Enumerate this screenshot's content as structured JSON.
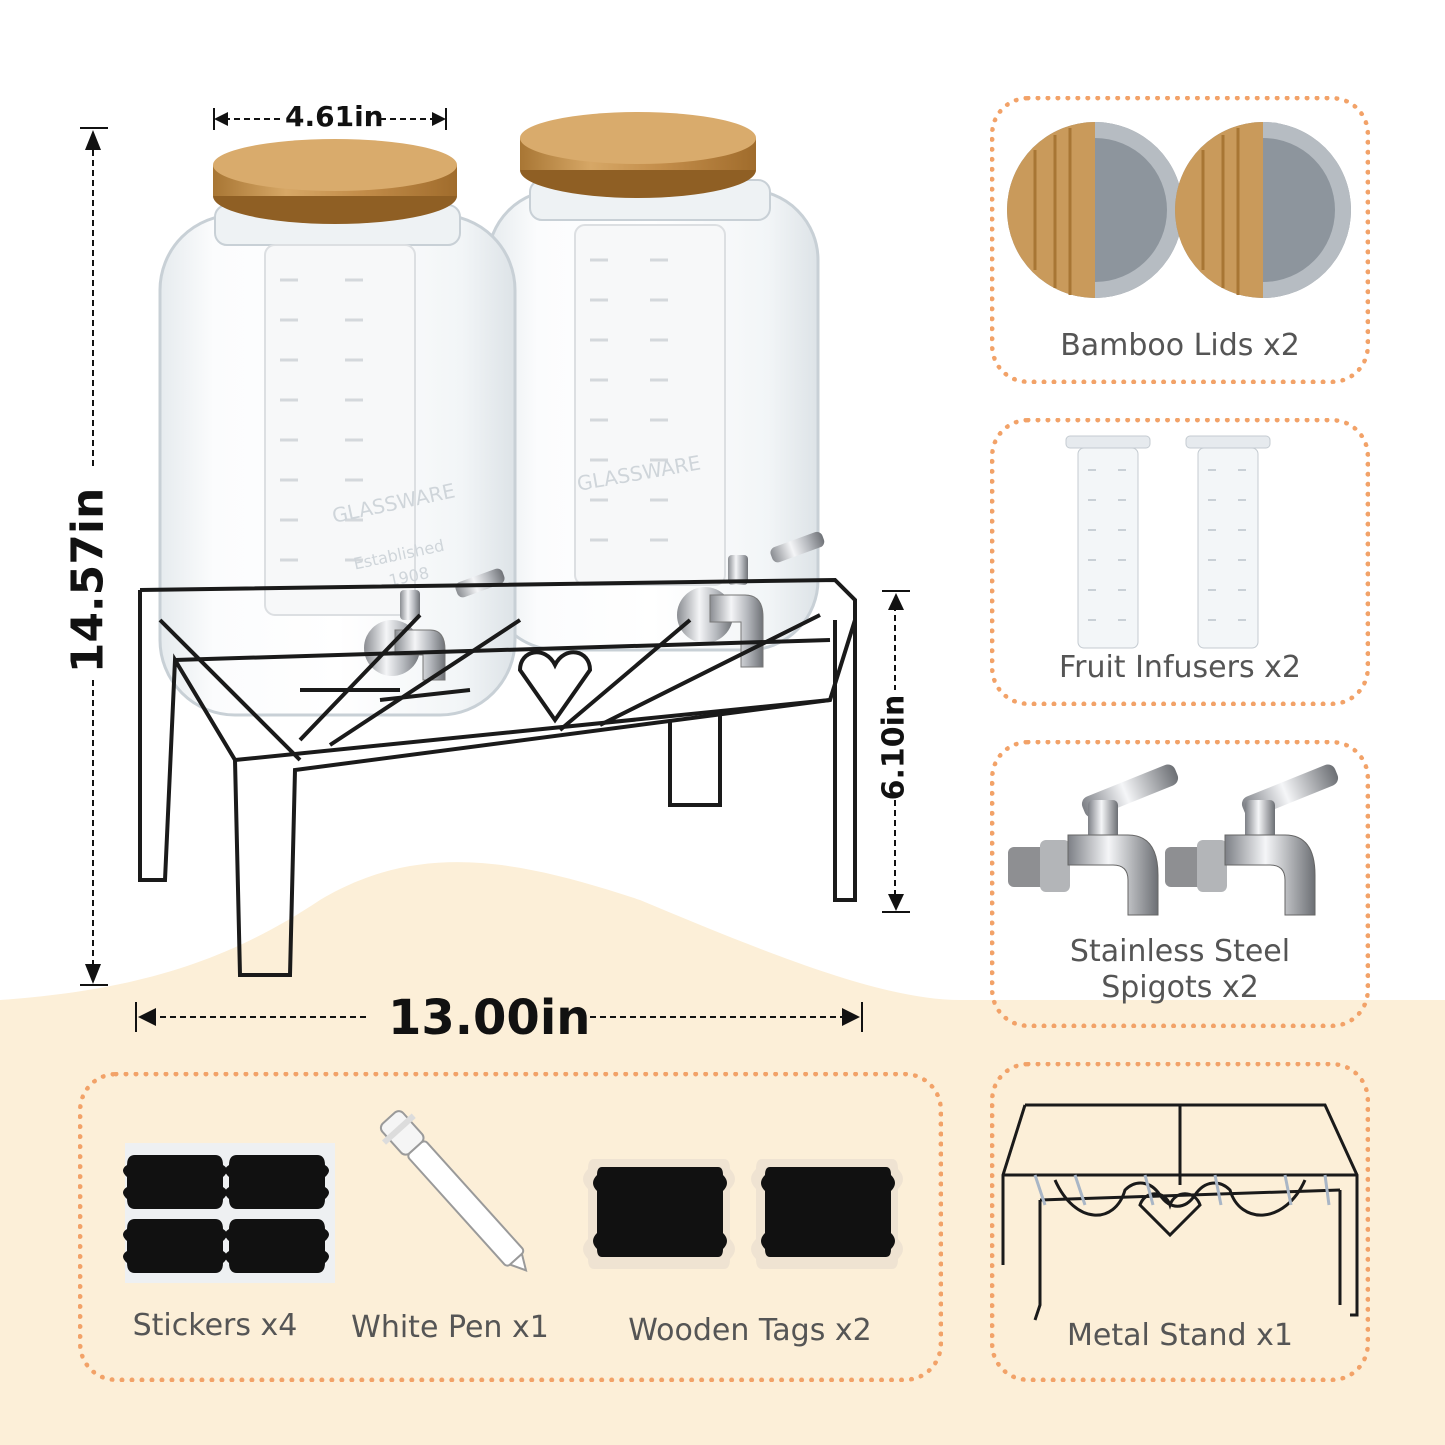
{
  "dimensions": {
    "lid_width": "4.61in",
    "total_height": "14.57in",
    "stand_height": "6.10in",
    "total_width": "13.00in"
  },
  "parts": {
    "bamboo_lids": "Bamboo Lids x2",
    "fruit_infusers": "Fruit Infusers x2",
    "spigots_line1": "Stainless Steel",
    "spigots_line2": "Spigots x2",
    "metal_stand": "Metal Stand x1"
  },
  "accessories": {
    "stickers": "Stickers x4",
    "white_pen": "White Pen x1",
    "wooden_tags": "Wooden Tags x2"
  },
  "jar_embossing": {
    "brand": "GLASSWARE",
    "established": "Established",
    "year": "1908"
  },
  "colors": {
    "accent_dotted": "#f2a268",
    "background_wave": "#fcefd8",
    "bamboo": "#c99a5b",
    "metal_wire": "#1a1a1a"
  }
}
